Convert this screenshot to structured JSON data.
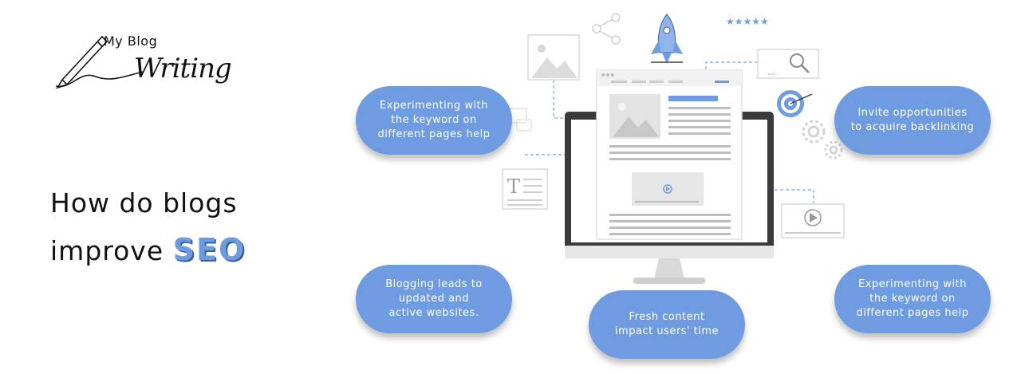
{
  "logo": {
    "line1": "My Blog",
    "line2": "Writing"
  },
  "headline": {
    "line1": "How do blogs",
    "line2_prefix": "improve ",
    "line2_highlight": "SEO"
  },
  "pills": {
    "top_left": "Experimenting with\nthe keyword on\ndifferent pages help",
    "top_right": "Invite opportunities\nto acquire backlinking",
    "bottom_left": "Blogging leads to\nupdated and\nactive websites.",
    "bottom_center": "Fresh content\nimpact users' time",
    "bottom_right": "Experimenting with\nthe keyword on\ndifferent pages help"
  },
  "colors": {
    "accent": "#6f9ce0",
    "text": "#111111",
    "monitor": "#3a3a3a"
  },
  "icons": [
    "pen-icon",
    "rocket-icon",
    "share-icon",
    "image-icon",
    "stars-icon",
    "search-icon",
    "target-icon",
    "gears-icon",
    "text-icon",
    "video-icon",
    "play-icon"
  ]
}
